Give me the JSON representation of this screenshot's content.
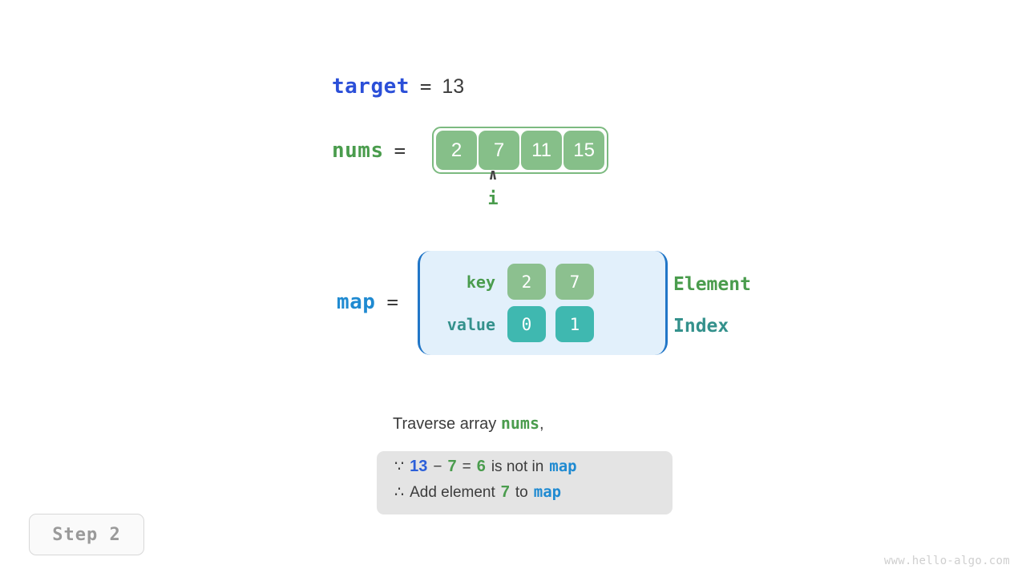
{
  "background": "#ffffff",
  "colors": {
    "array_cell": "#86bf89",
    "array_border": "#7cba80",
    "map_key_cell": "#8cc08f",
    "map_value_cell": "#3fb8b0",
    "map_box_fill": "#e2f0fb",
    "map_box_border": "#2176c7",
    "target_blue": "#2b4fd8",
    "map_blue": "#1f8ad1",
    "nums_green": "#4a9c4d",
    "index_teal": "#34918c",
    "explain_box": "#e4e4e4",
    "arrow_gray": "#8c8c8c",
    "text_dark": "#3c3c3c",
    "step_text": "#9a9a9a",
    "watermark": "#cfcfcf"
  },
  "target": {
    "name": "target",
    "equals": "=",
    "value": "13"
  },
  "nums": {
    "name": "nums",
    "equals": "=",
    "cells": [
      "2",
      "7",
      "11",
      "15"
    ],
    "pointer": {
      "caret": "∧",
      "label": "i",
      "index": 1
    }
  },
  "map": {
    "name": "map",
    "equals": "=",
    "row_labels": {
      "key": "key",
      "value": "value"
    },
    "side_labels": {
      "element": "Element",
      "index": "Index"
    },
    "entries": [
      {
        "key": "2",
        "value": "0"
      },
      {
        "key": "7",
        "value": "1"
      }
    ]
  },
  "caption": {
    "prefix": "Traverse array ",
    "highlight": "nums",
    "suffix": ","
  },
  "explanation": {
    "line1": {
      "symbol": "∵",
      "a": "13",
      "op_minus": "−",
      "b": "7",
      "op_eq": "=",
      "result": "6",
      "text": "is not in",
      "target": "map"
    },
    "line2": {
      "symbol": "∴",
      "text_before": "Add element",
      "element": "7",
      "text_after": "to",
      "target": "map"
    }
  },
  "step_badge": "Step 2",
  "watermark": "www.hello-algo.com"
}
